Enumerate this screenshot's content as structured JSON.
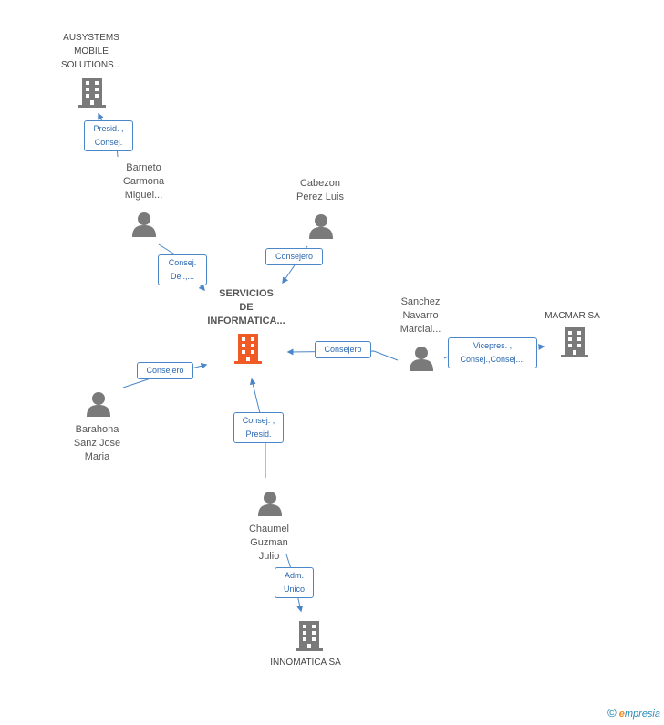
{
  "nodes": {
    "center": {
      "label": "SERVICIOS\nDE\nINFORMATICA...",
      "color": "#f05a24"
    },
    "ausystems": {
      "label": "AUSYSTEMS\nMOBILE\nSOLUTIONS..."
    },
    "macmar": {
      "label": "MACMAR SA"
    },
    "innomatica": {
      "label": "INNOMATICA SA"
    },
    "barneto": {
      "label": "Barneto\nCarmona\nMiguel..."
    },
    "cabezon": {
      "label": "Cabezon\nPerez Luis"
    },
    "sanchez": {
      "label": "Sanchez\nNavarro\nMarcial..."
    },
    "barahona": {
      "label": "Barahona\nSanz Jose\nMaria"
    },
    "chaumel": {
      "label": "Chaumel\nGuzman\nJulio"
    }
  },
  "edges": {
    "barneto_ausystems": "Presid. ,\nConsej.",
    "barneto_center": "Consej.\nDel.,...",
    "cabezon_center": "Consejero",
    "sanchez_center": "Consejero",
    "sanchez_macmar": "Vicepres. ,\nConsej.,Consej....",
    "barahona_center": "Consejero",
    "chaumel_center": "Consej. ,\nPresid.",
    "chaumel_innomatica": "Adm.\nUnico"
  },
  "colors": {
    "edge": "#4a86c8",
    "person": "#7a7a7a",
    "company": "#7a7a7a",
    "center": "#f05a24"
  },
  "icons": {
    "person": "person-icon",
    "company": "building-icon"
  },
  "footer": {
    "copyright": "©",
    "brand_initial": "e",
    "brand_rest": "mpresia"
  }
}
